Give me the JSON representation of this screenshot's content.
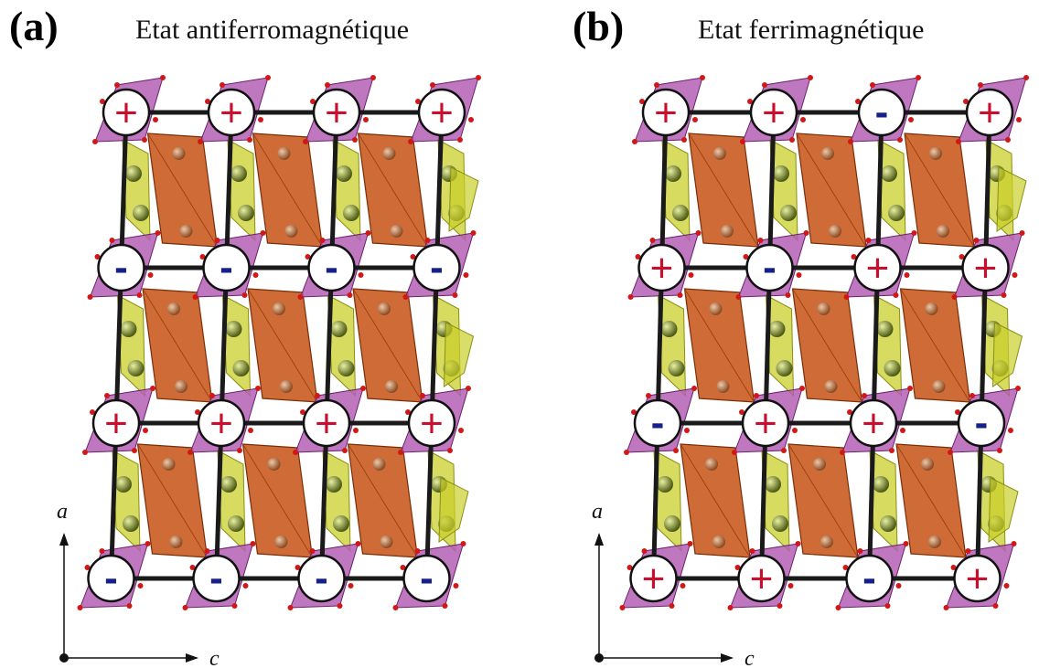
{
  "panels": [
    {
      "letter": "(a)",
      "title": "Etat antiferromagnétique",
      "axis_vertical": "a",
      "axis_horizontal": "c",
      "spin_rows": [
        [
          "+",
          "+",
          "+",
          "+"
        ],
        [
          "-",
          "-",
          "-",
          "-"
        ],
        [
          "+",
          "+",
          "+",
          "+"
        ],
        [
          "-",
          "-",
          "-",
          "-"
        ]
      ]
    },
    {
      "letter": "(b)",
      "title": "Etat ferrimagnétique",
      "axis_vertical": "a",
      "axis_horizontal": "c",
      "spin_rows": [
        [
          "+",
          "+",
          "-",
          "+"
        ],
        [
          "+",
          "-",
          "+",
          "+"
        ],
        [
          "-",
          "+",
          "+",
          "-"
        ],
        [
          "+",
          "+",
          "-",
          "+"
        ]
      ]
    }
  ],
  "colors": {
    "octahedron": "#c8561a",
    "tetrahedron": "#c9cf2a",
    "purple_polyhedron": "#b45fb4",
    "spin_plus": "#c8102e",
    "spin_minus": "#16208a",
    "bond": "#1a1a1a"
  }
}
